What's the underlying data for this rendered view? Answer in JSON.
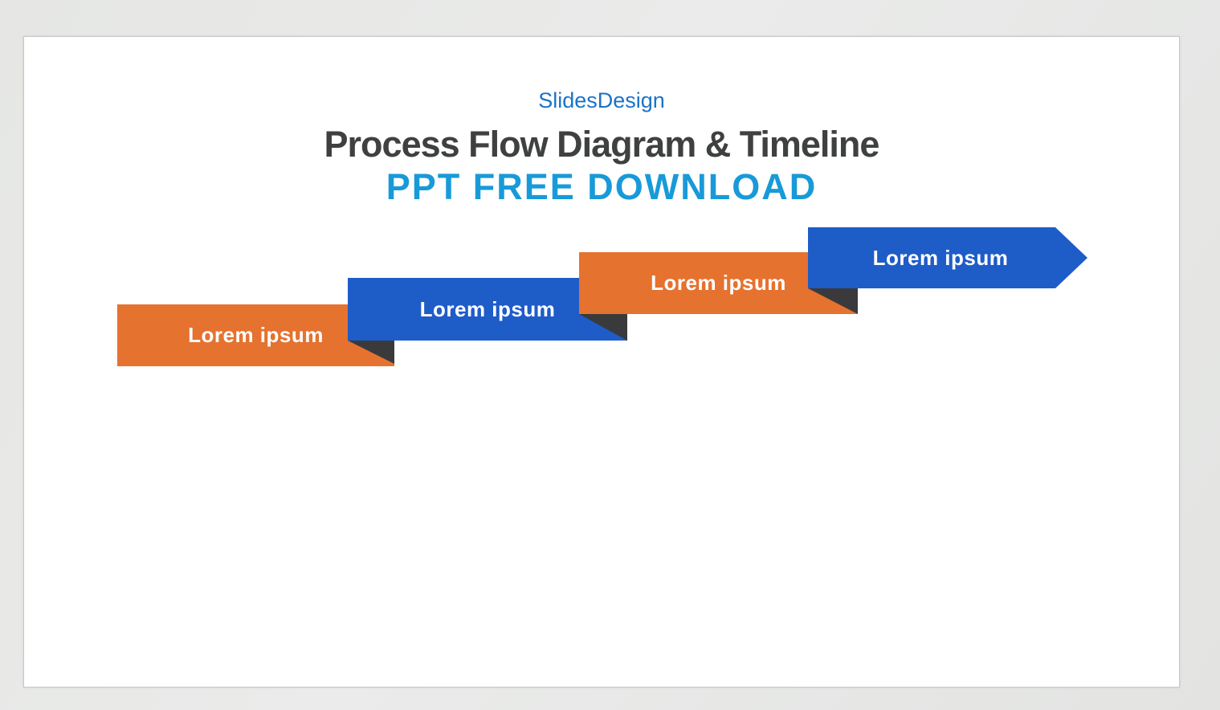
{
  "slide": {
    "brand": "SlidesDesign",
    "title": "Process Flow Diagram & Timeline",
    "subtitle": "PPT FREE DOWNLOAD",
    "banners": [
      {
        "label": "Lorem ipsum",
        "color": "orange",
        "shape": "ribbon-fold"
      },
      {
        "label": "Lorem ipsum",
        "color": "blue",
        "shape": "ribbon-fold"
      },
      {
        "label": "Lorem ipsum",
        "color": "orange",
        "shape": "ribbon-fold"
      },
      {
        "label": "Lorem ipsum",
        "color": "blue",
        "shape": "arrow-right"
      }
    ],
    "colors": {
      "brand_text": "#1a73c8",
      "title_text": "#3f4040",
      "subtitle_text": "#189ad8",
      "banner_orange": "#e5722f",
      "banner_blue": "#1e5cc8",
      "fold_dark": "#3a3a3c",
      "banner_text": "#ffffff",
      "slide_background": "#ffffff",
      "page_background": "#e8e9e6"
    }
  }
}
